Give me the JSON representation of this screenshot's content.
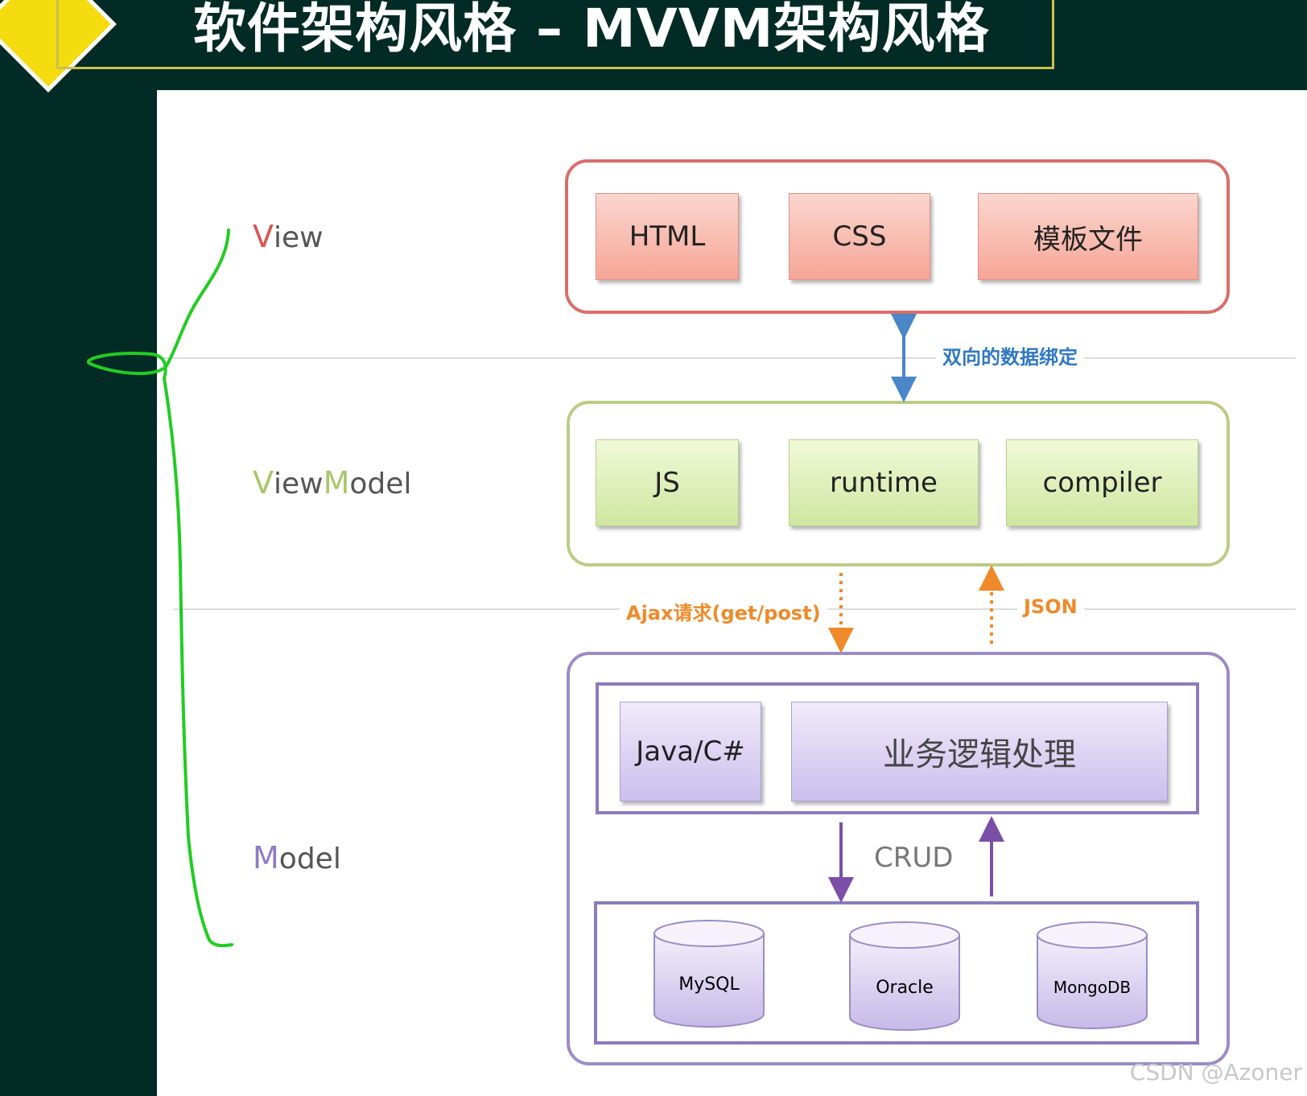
{
  "title": "软件架构风格 – MVVM架构风格",
  "layers": {
    "view": {
      "first": "V",
      "rest": "iew"
    },
    "viewmodel": {
      "part1_first": "V",
      "part1_rest": "iew",
      "part2_first": "M",
      "part2_rest": "odel"
    },
    "model": {
      "first": "M",
      "rest": "odel"
    }
  },
  "view_items": [
    "HTML",
    "CSS",
    "模板文件"
  ],
  "viewmodel_items": [
    "JS",
    "runtime",
    "compiler"
  ],
  "model_items": {
    "lang": "Java/C#",
    "logic": "业务逻辑处理"
  },
  "connectors": {
    "binding": "双向的数据绑定",
    "request": "Ajax请求(get/post)",
    "response": "JSON",
    "crud": "CRUD"
  },
  "databases": [
    "MySQL",
    "Oracle",
    "MongoDB"
  ],
  "watermark": "CSDN @Azoner",
  "colors": {
    "background": "#032b26",
    "view_accent": "#d9534f",
    "viewmodel_accent": "#a8c76a",
    "model_accent": "#8d7cc4",
    "binding_arrow": "#4a86c8",
    "request_arrow": "#ef8a2a",
    "crud_arrow": "#7b4fa8",
    "annotation": "#22cc22"
  }
}
